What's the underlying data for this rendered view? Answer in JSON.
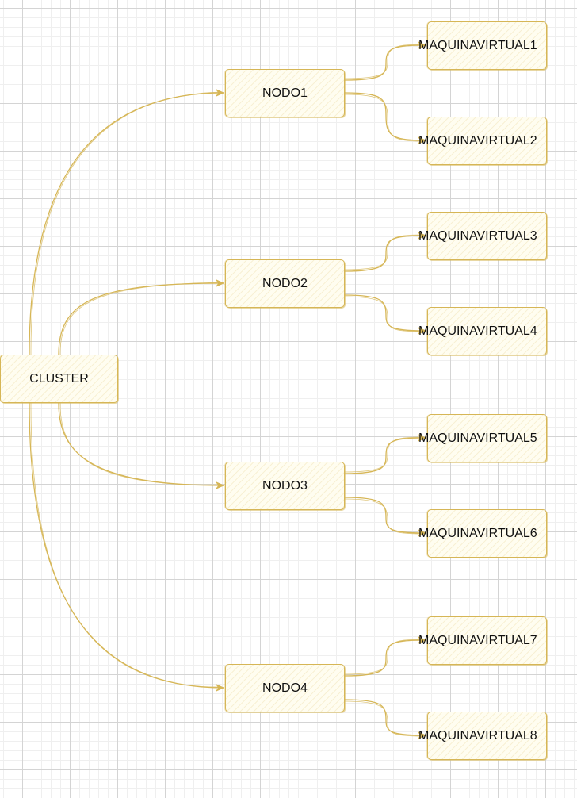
{
  "diagram": {
    "cluster": {
      "label": "CLUSTER"
    },
    "nodes": [
      {
        "label": "NODO1"
      },
      {
        "label": "NODO2"
      },
      {
        "label": "NODO3"
      },
      {
        "label": "NODO4"
      }
    ],
    "vms": [
      {
        "label": "MAQUINAVIRTUAL1"
      },
      {
        "label": "MAQUINAVIRTUAL2"
      },
      {
        "label": "MAQUINAVIRTUAL3"
      },
      {
        "label": "MAQUINAVIRTUAL4"
      },
      {
        "label": "MAQUINAVIRTUAL5"
      },
      {
        "label": "MAQUINAVIRTUAL6"
      },
      {
        "label": "MAQUINAVIRTUAL7"
      },
      {
        "label": "MAQUINAVIRTUAL8"
      }
    ]
  },
  "colors": {
    "stroke": "#d6b656",
    "fill": "#fffdf0",
    "text": "#111111",
    "grid": "#d4d4d4"
  }
}
